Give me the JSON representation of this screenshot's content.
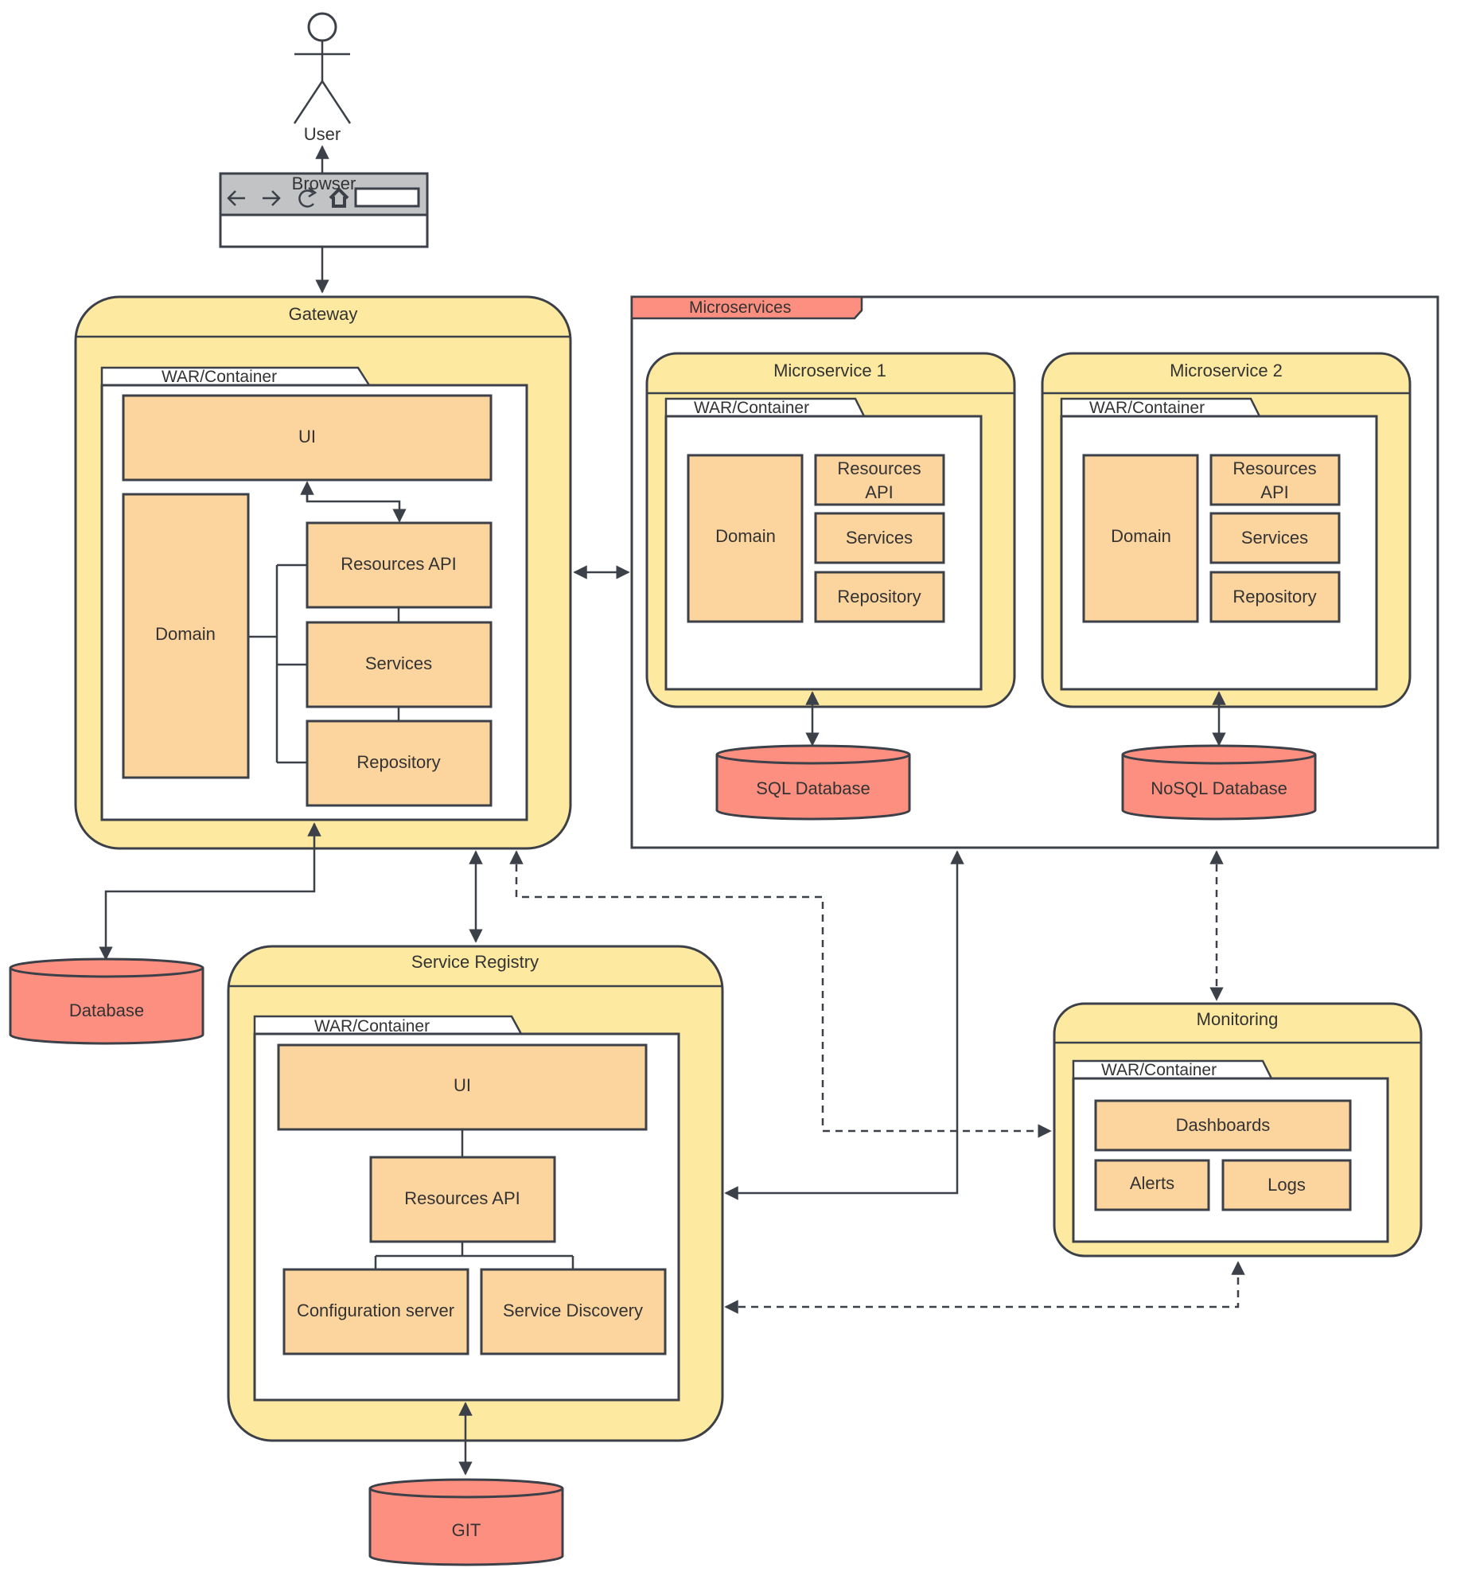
{
  "actor": {
    "label": "User"
  },
  "browser": {
    "label": "Browser"
  },
  "gateway": {
    "title": "Gateway",
    "container": "WAR/Container",
    "ui": "UI",
    "domain": "Domain",
    "resources_api": "Resources API",
    "services": "Services",
    "repository": "Repository"
  },
  "microservices": {
    "title": "Microservices",
    "ms1": {
      "title": "Microservice 1",
      "container": "WAR/Container",
      "domain": "Domain",
      "resources_api_line1": "Resources",
      "resources_api_line2": "API",
      "services": "Services",
      "repository": "Repository"
    },
    "ms2": {
      "title": "Microservice 2",
      "container": "WAR/Container",
      "domain": "Domain",
      "resources_api_line1": "Resources",
      "resources_api_line2": "API",
      "services": "Services",
      "repository": "Repository"
    },
    "sql_db": "SQL Database",
    "nosql_db": "NoSQL Database"
  },
  "gateway_db": "Database",
  "service_registry": {
    "title": "Service Registry",
    "container": "WAR/Container",
    "ui": "UI",
    "resources_api": "Resources API",
    "config_server": "Configuration server",
    "service_discovery": "Service Discovery"
  },
  "git_db": "GIT",
  "monitoring": {
    "title": "Monitoring",
    "container": "WAR/Container",
    "dashboards": "Dashboards",
    "alerts": "Alerts",
    "logs": "Logs"
  },
  "colors": {
    "panel_fill": "#fde9a0",
    "node_fill": "#fcd49e",
    "database_fill": "#fc8f80",
    "stroke": "#3c4048"
  }
}
